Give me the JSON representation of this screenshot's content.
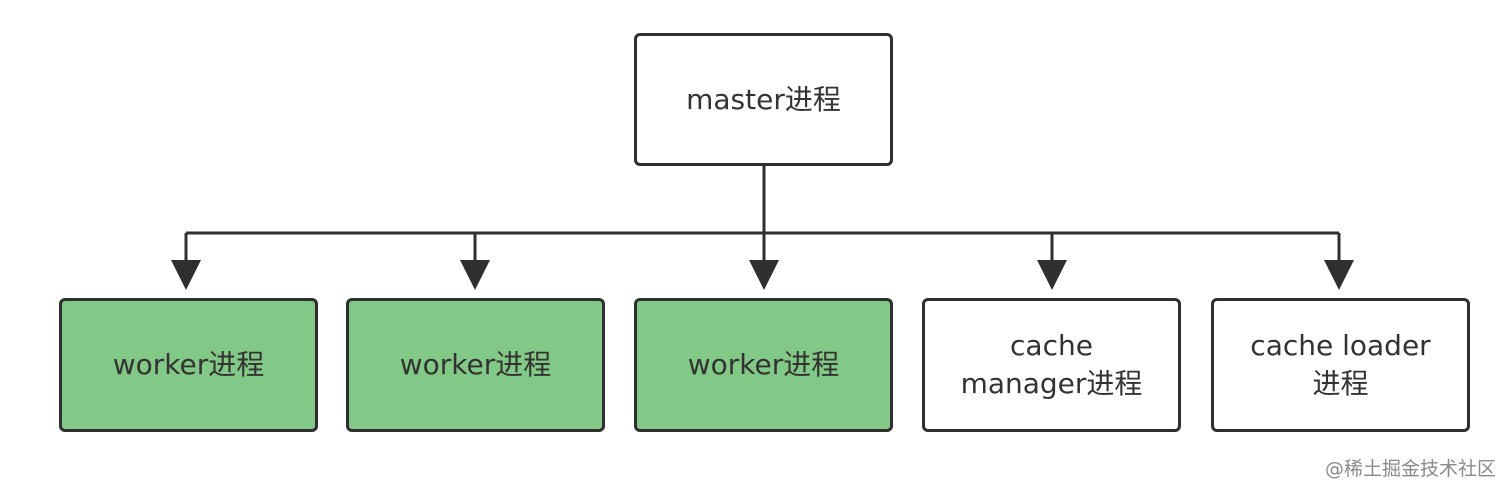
{
  "diagram": {
    "root": {
      "label": "master进程"
    },
    "children": [
      {
        "label": "worker进程",
        "fill": "#82c887"
      },
      {
        "label": "worker进程",
        "fill": "#82c887"
      },
      {
        "label": "worker进程",
        "fill": "#82c887"
      },
      {
        "label": "cache\nmanager进程",
        "fill": "#ffffff"
      },
      {
        "label": "cache loader\n进程",
        "fill": "#ffffff"
      }
    ],
    "line_color": "#2f2f2f"
  },
  "watermark": "@稀土掘金技术社区"
}
